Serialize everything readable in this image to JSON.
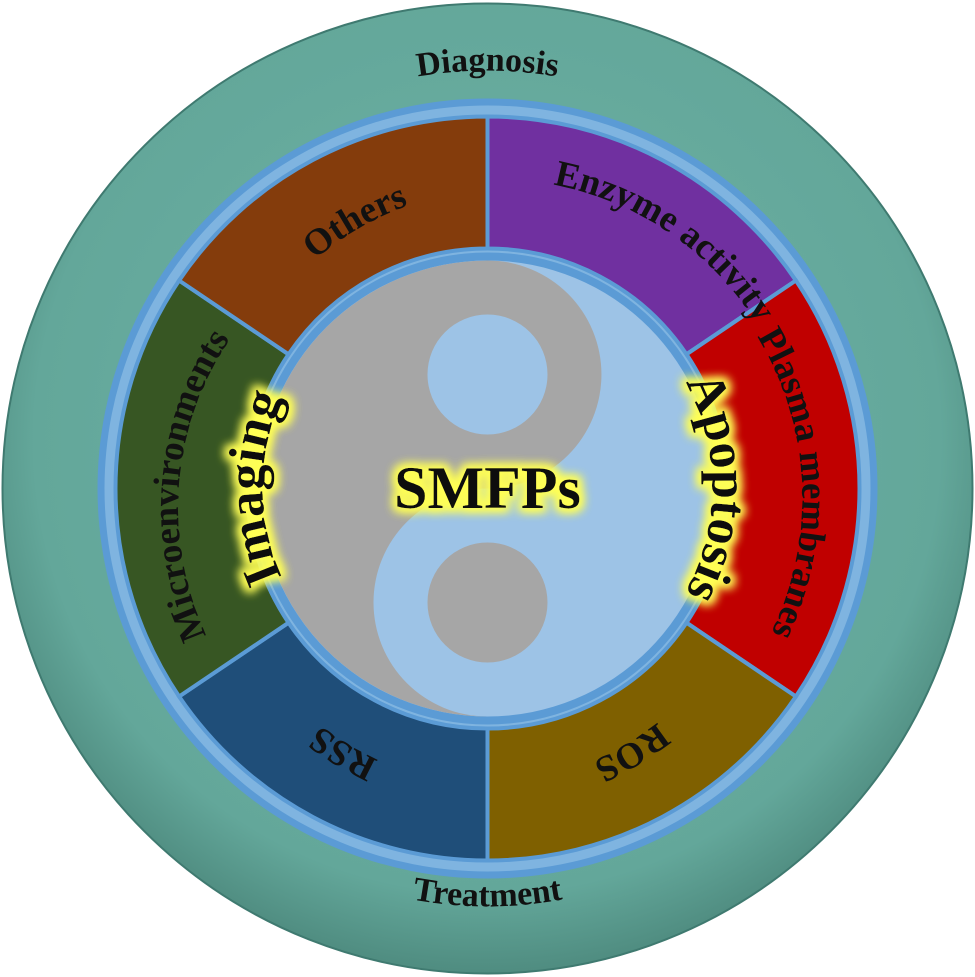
{
  "outer_ring": {
    "top_label": "Diagnosis",
    "bottom_label": "Treatment",
    "color": "#63a79a"
  },
  "segments": [
    {
      "id": "enzyme",
      "label": "Enzyme activity",
      "color": "#7030a0"
    },
    {
      "id": "plasma",
      "label": "Plasma membranes",
      "color": "#c00000"
    },
    {
      "id": "ros",
      "label": "ROS",
      "color": "#7f6000"
    },
    {
      "id": "rss",
      "label": "RSS",
      "color": "#1f4e79"
    },
    {
      "id": "micro",
      "label": "Microenvironments",
      "color": "#375623"
    },
    {
      "id": "others",
      "label": "Others",
      "color": "#843c0c"
    }
  ],
  "center": {
    "title": "SMFPs",
    "left_label": "Imaging",
    "right_label": "Apoptosis",
    "yin_color": "#a6a6a6",
    "yang_color": "#9dc3e6"
  },
  "colors": {
    "ring_border": "#5b9bd5",
    "glow": "#ffff66"
  }
}
